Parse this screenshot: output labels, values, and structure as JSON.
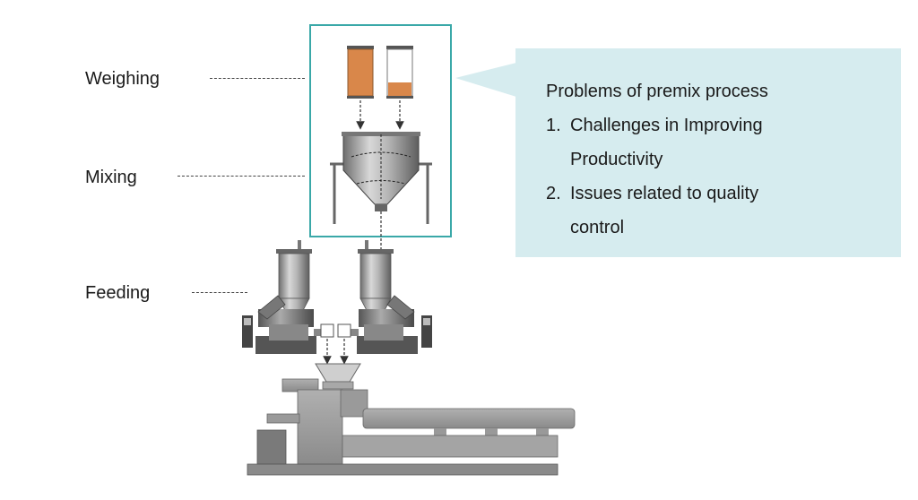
{
  "stages": {
    "weighing": "Weighing",
    "mixing": "Mixing",
    "feeding": "Feeding"
  },
  "callout": {
    "title": "Problems of premix process",
    "items": [
      {
        "num": "1.",
        "line1": "Challenges in Improving",
        "line2": "Productivity"
      },
      {
        "num": "2.",
        "line1": "Issues related to quality",
        "line2": "control"
      }
    ]
  },
  "colors": {
    "highlight_border": "#3aa8a8",
    "callout_bg": "#d6ecef",
    "material": "#d9874a",
    "machine_gray": "#9a9a9a"
  }
}
